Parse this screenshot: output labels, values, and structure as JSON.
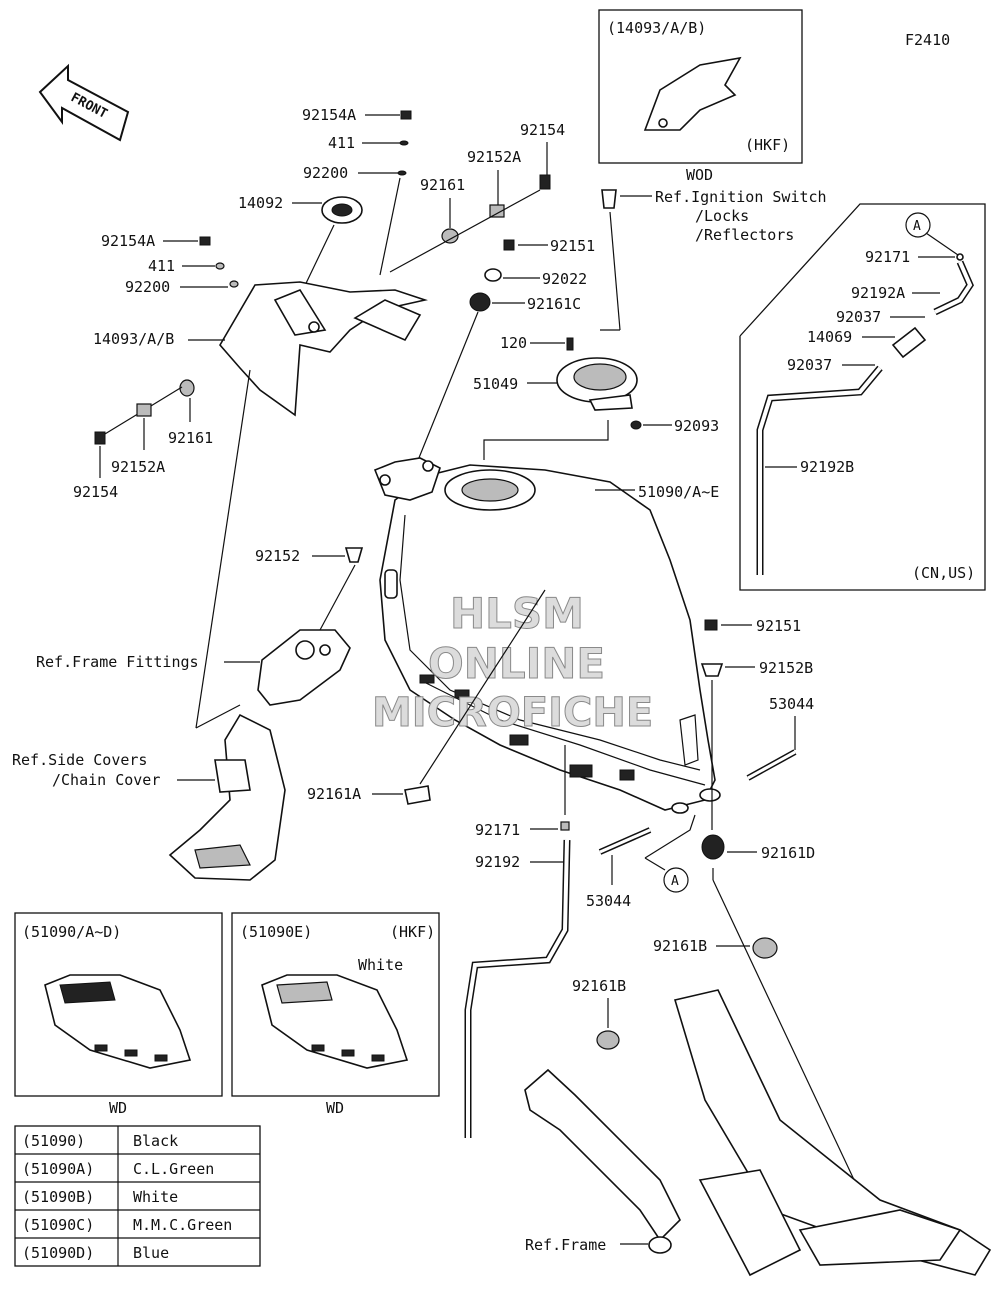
{
  "figure_code": "F2410",
  "front_label": "FRONT",
  "watermark": {
    "line1": "HLSM",
    "line2": "ONLINE",
    "line3": "MICROFICHE"
  },
  "parts": {
    "p92154A_top": "92154A",
    "p411_top": "411",
    "p92200_top": "92200",
    "p92154_top": "92154",
    "p92152A_top": "92152A",
    "p92161_top": "92161",
    "p14092": "14092",
    "p92154A_left": "92154A",
    "p411_left": "411",
    "p92200_left": "92200",
    "p14093AB": "14093/A/B",
    "p92161_left": "92161",
    "p92152A_left": "92152A",
    "p92154_left": "92154",
    "p92151_top": "92151",
    "p92022": "92022",
    "p92161C": "92161C",
    "p120": "120",
    "p51049": "51049",
    "p92093": "92093",
    "p51090AE": "51090/A~E",
    "p92152": "92152",
    "p92151_right": "92151",
    "p92152B": "92152B",
    "p53044_right": "53044",
    "p92161A": "92161A",
    "p92171_bottom": "92171",
    "p92192": "92192",
    "p53044_bottom": "53044",
    "p92161D": "92161D",
    "p92161B_right": "92161B",
    "p92161B_left": "92161B"
  },
  "refs": {
    "ignition_1": "Ref.Ignition Switch",
    "ignition_2": "/Locks",
    "ignition_3": "/Reflectors",
    "frame_fittings": "Ref.Frame Fittings",
    "side_covers_1": "Ref.Side Covers",
    "side_covers_2": "/Chain Cover",
    "frame": "Ref.Frame"
  },
  "inset_wod": {
    "header": "(14093/A/B)",
    "tag": "(HKF)",
    "caption": "WOD"
  },
  "inset_hose": {
    "circle_label": "A",
    "p92171": "92171",
    "p92192A": "92192A",
    "p92037_a": "92037",
    "p14069": "14069",
    "p92037_b": "92037",
    "p92192B": "92192B",
    "tag": "(CN,US)"
  },
  "circle_a_main": "A",
  "inset_tank_ad": {
    "header": "(51090/A~D)",
    "caption": "WD"
  },
  "inset_tank_e": {
    "header": "(51090E)",
    "tag": "(HKF)",
    "color_note": "White",
    "caption": "WD"
  },
  "color_table": [
    {
      "code": "(51090)",
      "color": "Black"
    },
    {
      "code": "(51090A)",
      "color": "C.L.Green"
    },
    {
      "code": "(51090B)",
      "color": "White"
    },
    {
      "code": "(51090C)",
      "color": "M.M.C.Green"
    },
    {
      "code": "(51090D)",
      "color": "Blue"
    }
  ]
}
